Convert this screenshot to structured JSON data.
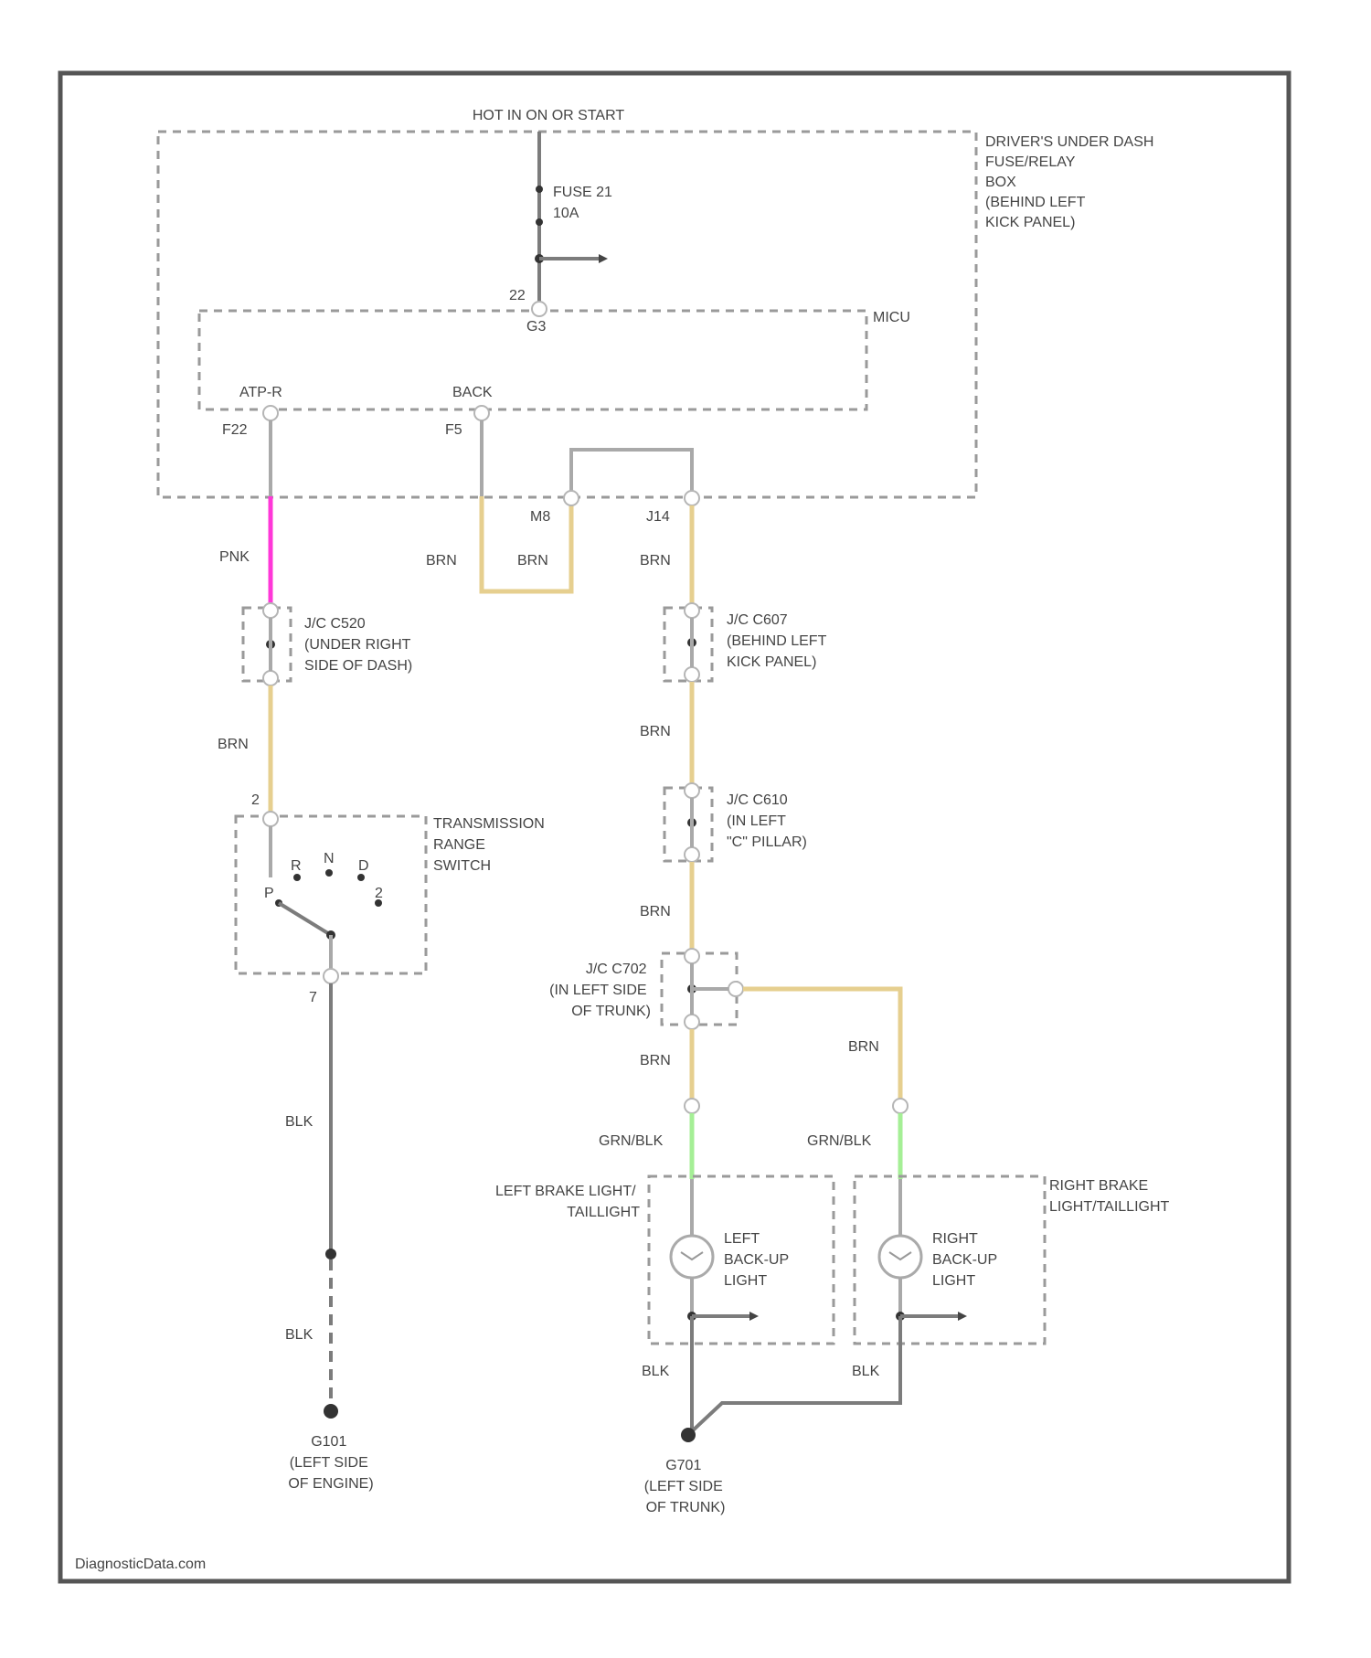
{
  "power": {
    "label": "HOT IN ON OR START"
  },
  "fuse_box": {
    "label_lines": [
      "DRIVER'S UNDER DASH",
      "FUSE/RELAY",
      "BOX",
      "(BEHIND LEFT",
      "KICK PANEL)"
    ],
    "fuse_label": "FUSE 21",
    "fuse_rating": "10A",
    "terminal_top": "22",
    "terminal_bottom": "G3"
  },
  "mcu": {
    "label": "MICU",
    "pin_atf_label": "ATP-R",
    "pin_atf_id": "F22",
    "pin_back_label": "BACK",
    "pin_back_id": "F5"
  },
  "terminals": {
    "left": "M8",
    "right": "J14"
  },
  "wires": {
    "pnk": "PNK",
    "brn_a": "BRN",
    "brn_b": "BRN",
    "brn_c": "BRN",
    "brn_d": "BRN",
    "brn_e": "BRN",
    "brn_f": "BRN",
    "brn_g": "BRN",
    "brn_h": "BRN",
    "grn_blk_left": "GRN/BLK",
    "grn_blk_right": "GRN/BLK",
    "blk_left": "BLK",
    "blk_ground": "BLK",
    "blk_lamp_left": "BLK",
    "blk_lamp_right": "BLK"
  },
  "jc_c520": {
    "lines": [
      "J/C C520",
      "(UNDER RIGHT",
      "SIDE OF DASH)"
    ]
  },
  "jc_c607": {
    "lines": [
      "J/C C607",
      "(BEHIND LEFT",
      "KICK PANEL)"
    ]
  },
  "jc_c610": {
    "lines": [
      "J/C C610",
      "(IN LEFT",
      "\"C\" PILLAR)"
    ]
  },
  "jc_c702": {
    "lines": [
      "J/C C702",
      "(IN LEFT SIDE",
      "OF TRUNK)"
    ]
  },
  "trs": {
    "lines": [
      "TRANSMISSION",
      "RANGE",
      "SWITCH"
    ],
    "pin_top": "2",
    "pin_bottom": "7",
    "pos_r": "R",
    "pos_n": "N",
    "pos_d": "D",
    "pos_p": "P",
    "pos_2": "2"
  },
  "left_tail": {
    "lines": [
      "LEFT BRAKE LIGHT/",
      "TAILLIGHT"
    ],
    "lamp_lines": [
      "LEFT",
      "BACK-UP",
      "LIGHT"
    ]
  },
  "right_tail": {
    "lines": [
      "RIGHT BRAKE",
      "LIGHT/TAILLIGHT"
    ],
    "lamp_lines": [
      "RIGHT",
      "BACK-UP",
      "LIGHT"
    ]
  },
  "ground_engine": {
    "lines": [
      "G101",
      "(LEFT SIDE",
      "OF ENGINE)"
    ]
  },
  "ground_trunk": {
    "lines": [
      "G701",
      "(LEFT SIDE",
      "OF TRUNK)"
    ]
  },
  "watermark": "DiagnosticData.com",
  "colors": {
    "pnk": "#ff38d8",
    "brn": "#e6cf8f",
    "grn_blk": "#a5ef96",
    "blk": "#7c7c7c"
  }
}
